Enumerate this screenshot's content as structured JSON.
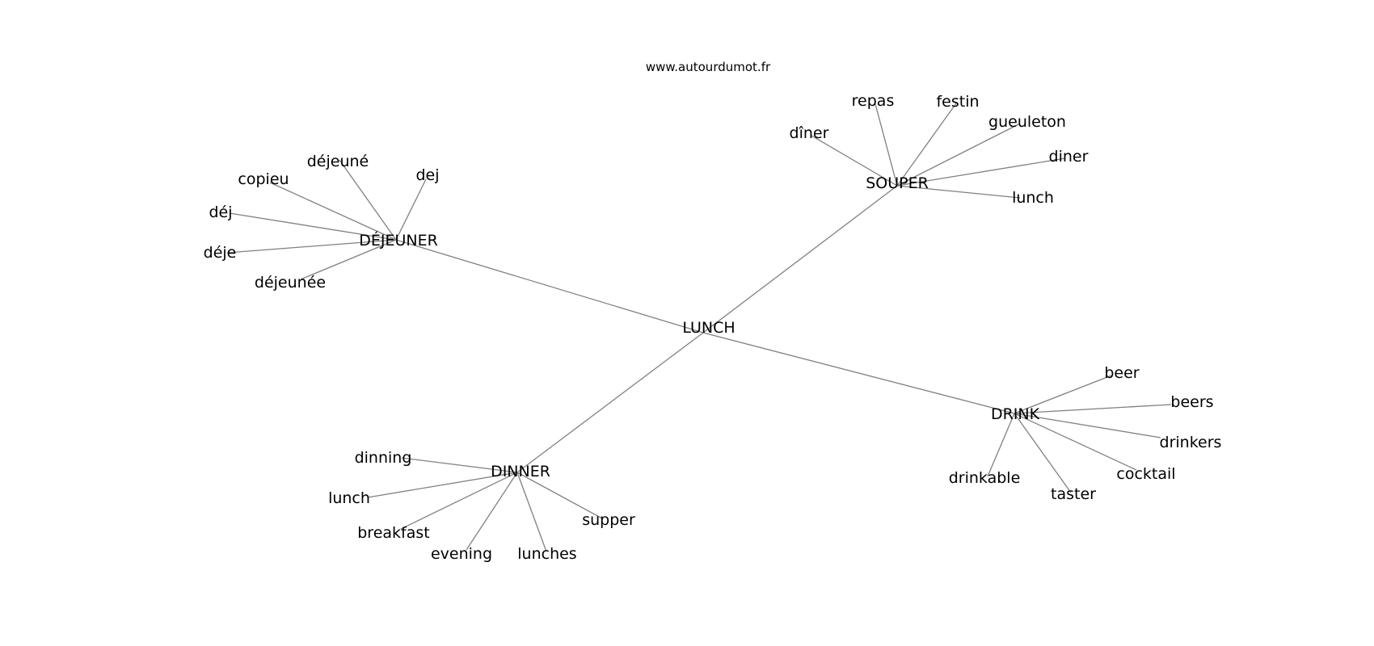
{
  "source": "www.autourdumot.fr",
  "colors": {
    "background": "#ffffff",
    "edge": "#808080",
    "text": "#000000"
  },
  "nodes": {
    "center": "LUNCH",
    "dejeuner": "DÉJEUNER",
    "dejeune": "déjeuné",
    "copieu": "copieu",
    "dej": "dej",
    "dej_accent": "déj",
    "deje": "déje",
    "dejeunee": "déjeunée",
    "souper": "SOUPER",
    "repas": "repas",
    "festin": "festin",
    "gueuleton": "gueuleton",
    "diner_circ": "dîner",
    "diner": "diner",
    "lunch_souper": "lunch",
    "dinner": "DINNER",
    "dinning": "dinning",
    "lunch_dinner": "lunch",
    "breakfast": "breakfast",
    "evening": "evening",
    "lunches": "lunches",
    "supper": "supper",
    "drink": "DRINK",
    "beer": "beer",
    "beers": "beers",
    "drinkers": "drinkers",
    "cocktail": "cocktail",
    "taster": "taster",
    "drinkable": "drinkable"
  },
  "edges": [
    [
      "center",
      "dejeuner"
    ],
    [
      "center",
      "souper"
    ],
    [
      "center",
      "dinner"
    ],
    [
      "center",
      "drink"
    ],
    [
      "dejeuner",
      "dejeune"
    ],
    [
      "dejeuner",
      "copieu"
    ],
    [
      "dejeuner",
      "dej"
    ],
    [
      "dejeuner",
      "dej_accent"
    ],
    [
      "dejeuner",
      "deje"
    ],
    [
      "dejeuner",
      "dejeunee"
    ],
    [
      "souper",
      "repas"
    ],
    [
      "souper",
      "festin"
    ],
    [
      "souper",
      "gueuleton"
    ],
    [
      "souper",
      "diner_circ"
    ],
    [
      "souper",
      "diner"
    ],
    [
      "souper",
      "lunch_souper"
    ],
    [
      "dinner",
      "dinning"
    ],
    [
      "dinner",
      "lunch_dinner"
    ],
    [
      "dinner",
      "breakfast"
    ],
    [
      "dinner",
      "evening"
    ],
    [
      "dinner",
      "lunches"
    ],
    [
      "dinner",
      "supper"
    ],
    [
      "drink",
      "beer"
    ],
    [
      "drink",
      "beers"
    ],
    [
      "drink",
      "drinkers"
    ],
    [
      "drink",
      "cocktail"
    ],
    [
      "drink",
      "taster"
    ],
    [
      "drink",
      "drinkable"
    ]
  ]
}
